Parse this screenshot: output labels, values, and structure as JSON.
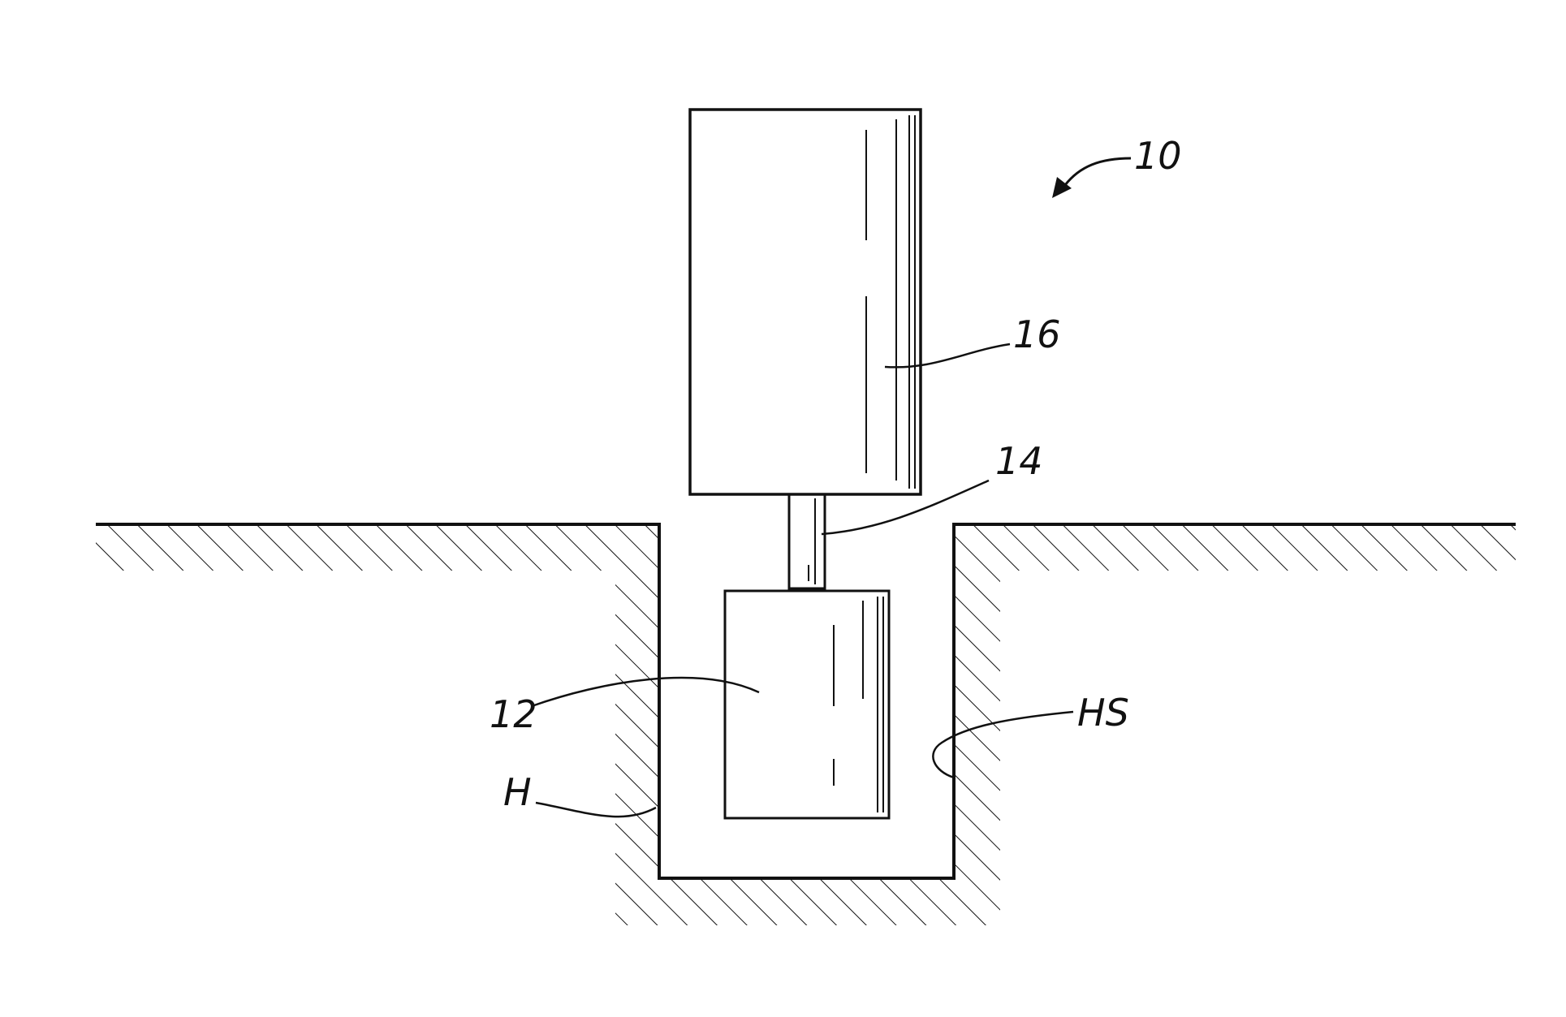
{
  "labels": {
    "assembly": "10",
    "upper_body": "16",
    "shaft": "14",
    "lower_body": "12",
    "hole": "H",
    "hole_surface": "HS"
  },
  "colors": {
    "ink": "#111111",
    "background": "#ffffff"
  }
}
